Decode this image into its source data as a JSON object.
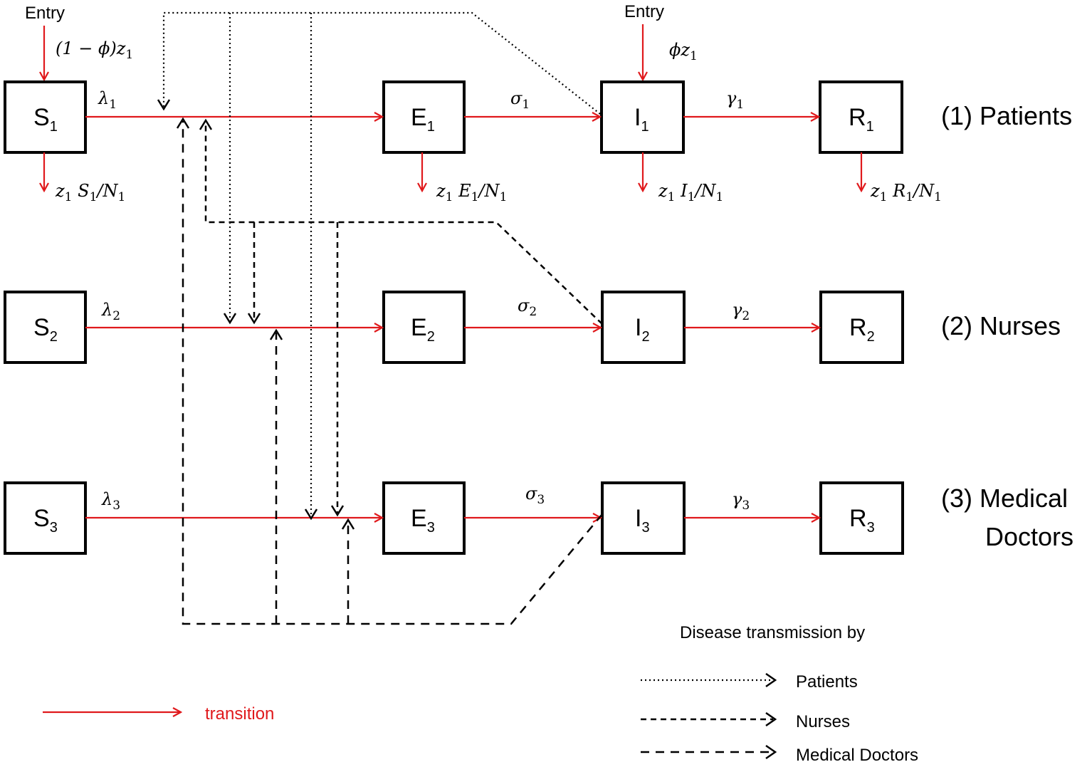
{
  "rows": [
    {
      "group_label": "(1) Patients",
      "compartments": [
        {
          "letter": "S",
          "sub": "1"
        },
        {
          "letter": "E",
          "sub": "1"
        },
        {
          "letter": "I",
          "sub": "1"
        },
        {
          "letter": "R",
          "sub": "1"
        }
      ],
      "rates": [
        {
          "sym": "λ",
          "sub": "1"
        },
        {
          "sym": "σ",
          "sub": "1"
        },
        {
          "sym": "γ",
          "sub": "1"
        }
      ]
    },
    {
      "group_label": "(2) Nurses",
      "compartments": [
        {
          "letter": "S",
          "sub": "2"
        },
        {
          "letter": "E",
          "sub": "2"
        },
        {
          "letter": "I",
          "sub": "2"
        },
        {
          "letter": "R",
          "sub": "2"
        }
      ],
      "rates": [
        {
          "sym": "λ",
          "sub": "2"
        },
        {
          "sym": "σ",
          "sub": "2"
        },
        {
          "sym": "γ",
          "sub": "2"
        }
      ]
    },
    {
      "group_label_line1": "(3) Medical",
      "group_label_line2": "Doctors",
      "compartments": [
        {
          "letter": "S",
          "sub": "3"
        },
        {
          "letter": "E",
          "sub": "3"
        },
        {
          "letter": "I",
          "sub": "3"
        },
        {
          "letter": "R",
          "sub": "3"
        }
      ],
      "rates": [
        {
          "sym": "λ",
          "sub": "3"
        },
        {
          "sym": "σ",
          "sub": "3"
        },
        {
          "sym": "γ",
          "sub": "3"
        }
      ]
    }
  ],
  "entries": {
    "s1": {
      "label": "Entry",
      "rate_prefix": "(1 − ϕ)z",
      "rate_sub": "1"
    },
    "i1": {
      "label": "Entry",
      "rate_prefix": "ϕz",
      "rate_sub": "1"
    }
  },
  "exits": [
    {
      "c": "S"
    },
    {
      "c": "E"
    },
    {
      "c": "I"
    },
    {
      "c": "R"
    }
  ],
  "legend": {
    "title": "Disease transmission by",
    "items": [
      "Patients",
      "Nurses",
      "Medical Doctors"
    ],
    "transition": "transition"
  },
  "colors": {
    "transition": "#e0191c",
    "box": "#000000"
  }
}
